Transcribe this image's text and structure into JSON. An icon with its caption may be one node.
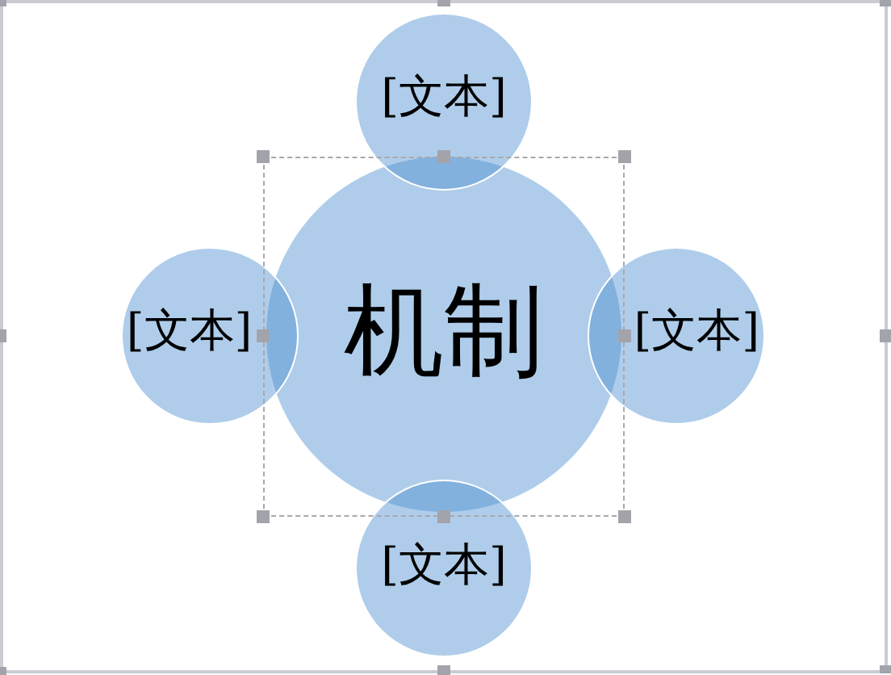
{
  "diagram": {
    "nodes": [
      {
        "text": [
          "[文本]"
        ]
      },
      {
        "text": [
          "[文本]"
        ]
      },
      {
        "text": [
          "机制"
        ]
      },
      {
        "text": [
          "[文本]"
        ]
      },
      {
        "text": [
          "[文本]"
        ]
      }
    ]
  }
}
